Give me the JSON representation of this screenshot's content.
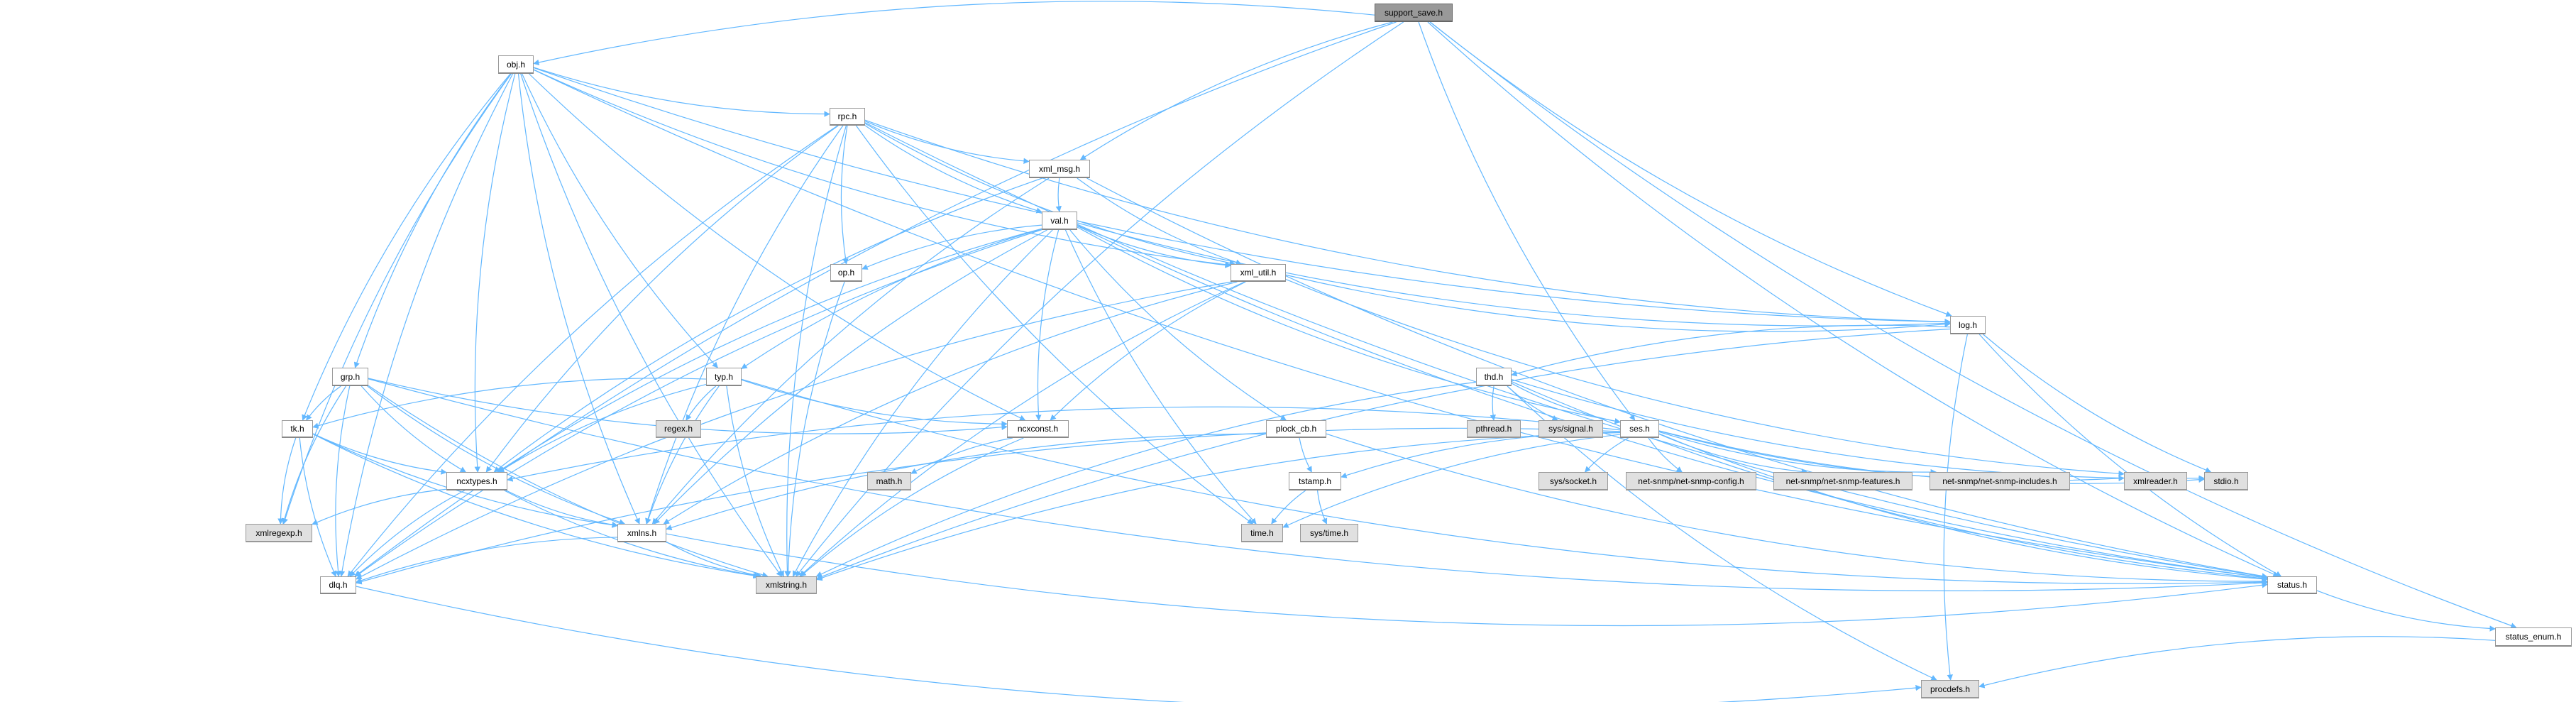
{
  "title": "support_save.h",
  "colors": {
    "edge": "#63b8ff",
    "root_fill": "#999999",
    "external_fill": "#e0e0e0",
    "internal_fill": "#ffffff"
  },
  "nodes": [
    {
      "id": "support_save",
      "label": "support_save.h",
      "kind": "root"
    },
    {
      "id": "obj",
      "label": "obj.h",
      "kind": "int"
    },
    {
      "id": "rpc",
      "label": "rpc.h",
      "kind": "int"
    },
    {
      "id": "xml_msg",
      "label": "xml_msg.h",
      "kind": "int"
    },
    {
      "id": "val",
      "label": "val.h",
      "kind": "int"
    },
    {
      "id": "op",
      "label": "op.h",
      "kind": "int"
    },
    {
      "id": "xml_util",
      "label": "xml_util.h",
      "kind": "int"
    },
    {
      "id": "log",
      "label": "log.h",
      "kind": "int"
    },
    {
      "id": "grp",
      "label": "grp.h",
      "kind": "int"
    },
    {
      "id": "typ",
      "label": "typ.h",
      "kind": "int"
    },
    {
      "id": "thd",
      "label": "thd.h",
      "kind": "int"
    },
    {
      "id": "tk",
      "label": "tk.h",
      "kind": "int"
    },
    {
      "id": "regex",
      "label": "regex.h",
      "kind": "ext"
    },
    {
      "id": "ncxconst",
      "label": "ncxconst.h",
      "kind": "int"
    },
    {
      "id": "plock_cb",
      "label": "plock_cb.h",
      "kind": "int"
    },
    {
      "id": "pthread",
      "label": "pthread.h",
      "kind": "ext"
    },
    {
      "id": "sys_signal",
      "label": "sys/signal.h",
      "kind": "ext"
    },
    {
      "id": "ses",
      "label": "ses.h",
      "kind": "int"
    },
    {
      "id": "ncxtypes",
      "label": "ncxtypes.h",
      "kind": "int"
    },
    {
      "id": "math",
      "label": "math.h",
      "kind": "ext"
    },
    {
      "id": "tstamp",
      "label": "tstamp.h",
      "kind": "int"
    },
    {
      "id": "sys_socket",
      "label": "sys/socket.h",
      "kind": "ext"
    },
    {
      "id": "snmp_config",
      "label": "net-snmp/net-snmp-config.h",
      "kind": "ext"
    },
    {
      "id": "snmp_features",
      "label": "net-snmp/net-snmp-features.h",
      "kind": "ext"
    },
    {
      "id": "snmp_includes",
      "label": "net-snmp/net-snmp-includes.h",
      "kind": "ext"
    },
    {
      "id": "xmlreader",
      "label": "xmlreader.h",
      "kind": "ext"
    },
    {
      "id": "stdio",
      "label": "stdio.h",
      "kind": "ext"
    },
    {
      "id": "xmlregexp",
      "label": "xmlregexp.h",
      "kind": "ext"
    },
    {
      "id": "xmlns",
      "label": "xmlns.h",
      "kind": "int"
    },
    {
      "id": "time",
      "label": "time.h",
      "kind": "ext"
    },
    {
      "id": "sys_time",
      "label": "sys/time.h",
      "kind": "ext"
    },
    {
      "id": "dlq",
      "label": "dlq.h",
      "kind": "int"
    },
    {
      "id": "xmlstring",
      "label": "xmlstring.h",
      "kind": "ext"
    },
    {
      "id": "status",
      "label": "status.h",
      "kind": "int"
    },
    {
      "id": "status_enum",
      "label": "status_enum.h",
      "kind": "int"
    },
    {
      "id": "procdefs",
      "label": "procdefs.h",
      "kind": "ext"
    }
  ],
  "edges": [
    [
      "support_save",
      "obj"
    ],
    [
      "support_save",
      "xml_msg"
    ],
    [
      "support_save",
      "dlq"
    ],
    [
      "support_save",
      "xmlstring"
    ],
    [
      "support_save",
      "status"
    ],
    [
      "support_save",
      "status_enum"
    ],
    [
      "support_save",
      "ses"
    ],
    [
      "support_save",
      "log"
    ],
    [
      "obj",
      "rpc"
    ],
    [
      "obj",
      "xml_util"
    ],
    [
      "obj",
      "log"
    ],
    [
      "obj",
      "status"
    ],
    [
      "obj",
      "ncxconst"
    ],
    [
      "obj",
      "typ"
    ],
    [
      "obj",
      "grp"
    ],
    [
      "obj",
      "tk"
    ],
    [
      "obj",
      "ncxtypes"
    ],
    [
      "obj",
      "xmlns"
    ],
    [
      "obj",
      "xmlstring"
    ],
    [
      "obj",
      "dlq"
    ],
    [
      "obj",
      "xmlregexp"
    ],
    [
      "rpc",
      "xml_msg"
    ],
    [
      "rpc",
      "val"
    ],
    [
      "rpc",
      "op"
    ],
    [
      "rpc",
      "xml_util"
    ],
    [
      "rpc",
      "status"
    ],
    [
      "rpc",
      "log"
    ],
    [
      "rpc",
      "ncxtypes"
    ],
    [
      "rpc",
      "xmlns"
    ],
    [
      "rpc",
      "xmlstring"
    ],
    [
      "rpc",
      "dlq"
    ],
    [
      "rpc",
      "time"
    ],
    [
      "xml_msg",
      "val"
    ],
    [
      "xml_msg",
      "xml_util"
    ],
    [
      "xml_msg",
      "ncxtypes"
    ],
    [
      "xml_msg",
      "xmlns"
    ],
    [
      "xml_msg",
      "status"
    ],
    [
      "val",
      "op"
    ],
    [
      "val",
      "xml_util"
    ],
    [
      "val",
      "typ"
    ],
    [
      "val",
      "ncxtypes"
    ],
    [
      "val",
      "ncxconst"
    ],
    [
      "val",
      "xmlns"
    ],
    [
      "val",
      "xmlstring"
    ],
    [
      "val",
      "plock_cb"
    ],
    [
      "val",
      "time"
    ],
    [
      "val",
      "ses"
    ],
    [
      "val",
      "log"
    ],
    [
      "val",
      "status"
    ],
    [
      "val",
      "dlq"
    ],
    [
      "xml_util",
      "ncxconst"
    ],
    [
      "xml_util",
      "xmlns"
    ],
    [
      "xml_util",
      "xmlstring"
    ],
    [
      "xml_util",
      "log"
    ],
    [
      "xml_util",
      "xmlreader"
    ],
    [
      "xml_util",
      "dlq"
    ],
    [
      "op",
      "xmlstring"
    ],
    [
      "log",
      "thd"
    ],
    [
      "log",
      "stdio"
    ],
    [
      "log",
      "status"
    ],
    [
      "log",
      "procdefs"
    ],
    [
      "log",
      "xmlstring"
    ],
    [
      "thd",
      "pthread"
    ],
    [
      "thd",
      "sys_signal"
    ],
    [
      "thd",
      "ses"
    ],
    [
      "thd",
      "stdio"
    ],
    [
      "thd",
      "status"
    ],
    [
      "thd",
      "procdefs"
    ],
    [
      "thd",
      "xmlstring"
    ],
    [
      "ses",
      "ncxtypes"
    ],
    [
      "ses",
      "tstamp"
    ],
    [
      "ses",
      "time"
    ],
    [
      "ses",
      "sys_socket"
    ],
    [
      "ses",
      "snmp_config"
    ],
    [
      "ses",
      "snmp_features"
    ],
    [
      "ses",
      "snmp_includes"
    ],
    [
      "ses",
      "xmlreader"
    ],
    [
      "ses",
      "stdio"
    ],
    [
      "ses",
      "status"
    ],
    [
      "ses",
      "xmlstring"
    ],
    [
      "ses",
      "dlq"
    ],
    [
      "typ",
      "tk"
    ],
    [
      "typ",
      "regex"
    ],
    [
      "typ",
      "ncxtypes"
    ],
    [
      "typ",
      "ncxconst"
    ],
    [
      "typ",
      "xmlns"
    ],
    [
      "typ",
      "xmlstring"
    ],
    [
      "typ",
      "status"
    ],
    [
      "grp",
      "tk"
    ],
    [
      "grp",
      "ncxtypes"
    ],
    [
      "grp",
      "xmlns"
    ],
    [
      "grp",
      "xmlregexp"
    ],
    [
      "grp",
      "ncxconst"
    ],
    [
      "grp",
      "status"
    ],
    [
      "grp",
      "dlq"
    ],
    [
      "grp",
      "xmlstring"
    ],
    [
      "tk",
      "ncxtypes"
    ],
    [
      "tk",
      "xmlns"
    ],
    [
      "tk",
      "xmlstring"
    ],
    [
      "tk",
      "dlq"
    ],
    [
      "tk",
      "xmlregexp"
    ],
    [
      "ncxtypes",
      "xmlregexp"
    ],
    [
      "ncxtypes",
      "xmlns"
    ],
    [
      "ncxtypes",
      "xmlstring"
    ],
    [
      "ncxtypes",
      "dlq"
    ],
    [
      "xmlns",
      "xmlstring"
    ],
    [
      "xmlns",
      "dlq"
    ],
    [
      "xmlns",
      "status"
    ],
    [
      "ncxconst",
      "math"
    ],
    [
      "ncxconst",
      "xmlstring"
    ],
    [
      "plock_cb",
      "tstamp"
    ],
    [
      "plock_cb",
      "status"
    ],
    [
      "plock_cb",
      "xmlns"
    ],
    [
      "tstamp",
      "time"
    ],
    [
      "tstamp",
      "sys_time"
    ],
    [
      "dlq",
      "procdefs"
    ],
    [
      "status",
      "status_enum"
    ],
    [
      "status_enum",
      "procdefs"
    ]
  ]
}
